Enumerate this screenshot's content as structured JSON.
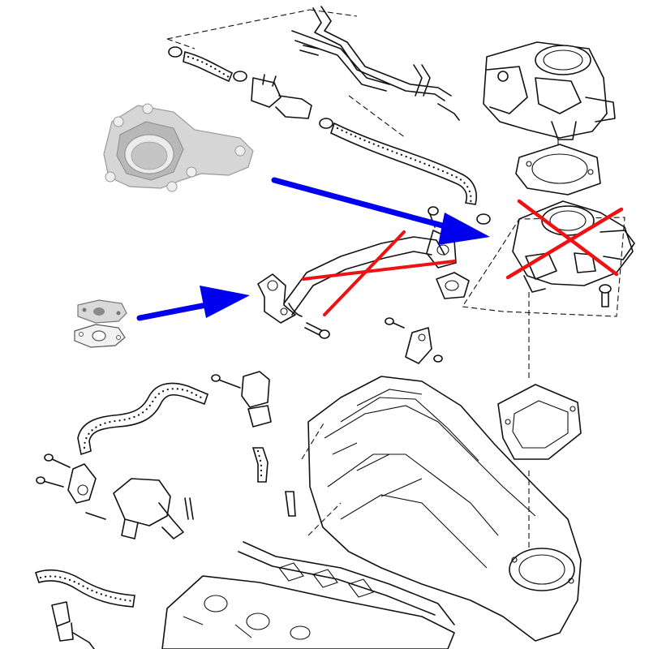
{
  "diagram": {
    "colors": {
      "arrow": "#0000ee",
      "cross": "#ee1111",
      "linework": "#111111",
      "part_photo": "#c8c8c8"
    },
    "annotations": [
      {
        "kind": "arrow",
        "points_to": "throttle-body-adapter",
        "color": "#0000ee"
      },
      {
        "kind": "arrow",
        "points_to": "egr-pipe-flange",
        "color": "#0000ee"
      },
      {
        "kind": "cross",
        "marks": "egr-pipe",
        "color": "#ee1111"
      },
      {
        "kind": "cross",
        "marks": "egr-valve-housing",
        "color": "#ee1111"
      }
    ],
    "photos": [
      {
        "name": "throttle-body-adapter-photo"
      },
      {
        "name": "egr-block-off-plate-photo"
      }
    ]
  }
}
